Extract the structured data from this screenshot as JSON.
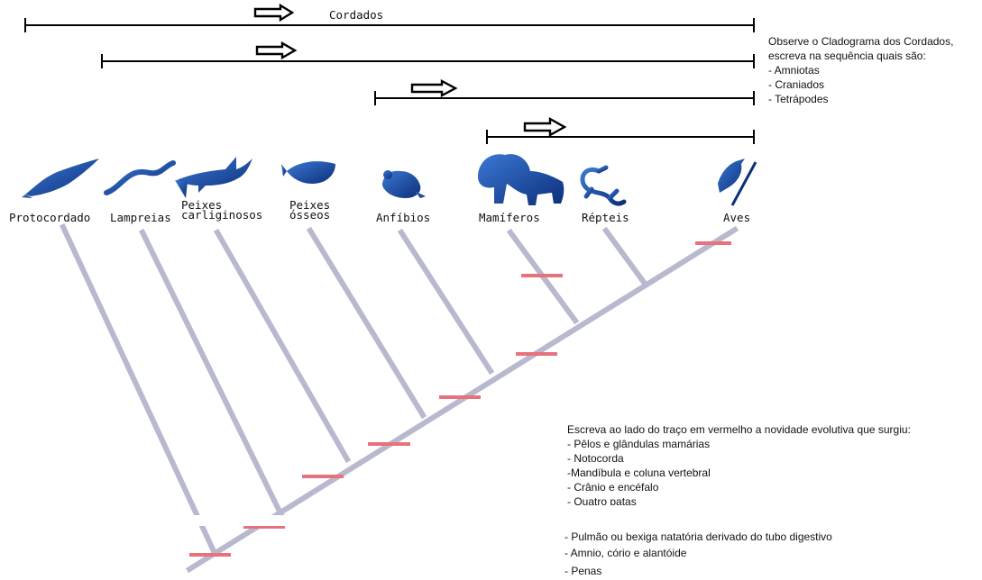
{
  "groups": {
    "cordados": "Cordados"
  },
  "instructions": {
    "groups": {
      "title_lines": [
        "Observe o Cladograma dos Cordados,",
        "escreva na sequência quais são:"
      ],
      "items": [
        "- Amniotas",
        "- Craniados",
        "- Tetrápodes"
      ]
    },
    "novelties": {
      "title": "Escreva ao lado do traço em vermelho a novidade evolutiva que surgiu:",
      "items_a": [
        "- Pêlos e glândulas mamárias",
        "- Notocorda",
        "-Mandíbula e coluna vertebral",
        "- Crânio e encéfalo",
        "- Quatro patas"
      ],
      "items_b": [
        "- Pulmão ou bexiga natatória derivado do tubo digestivo",
        "- Amnio, cório e alantóide",
        "- Penas"
      ]
    }
  },
  "taxa": [
    {
      "name": "Protocordado",
      "icon": "protochordate-icon"
    },
    {
      "name": "Lampreias",
      "icon": "lamprey-icon"
    },
    {
      "name": "Peixes\ncarliginosos",
      "icon": "shark-icon"
    },
    {
      "name": "Peixes\nósseos",
      "icon": "bony-fish-icon"
    },
    {
      "name": "Anfíbios",
      "icon": "frog-icon"
    },
    {
      "name": "Mamíferos",
      "icon": "lion-icon"
    },
    {
      "name": "Répteis",
      "icon": "lizard-icon"
    },
    {
      "name": "Aves",
      "icon": "bird-icon"
    }
  ],
  "colors": {
    "line_black": "#000000",
    "branch_gray": "#b8b8cf",
    "marker_red": "#e8727b",
    "icon_blue_dark": "#0d2f7a",
    "icon_blue_light": "#3a78d4"
  }
}
